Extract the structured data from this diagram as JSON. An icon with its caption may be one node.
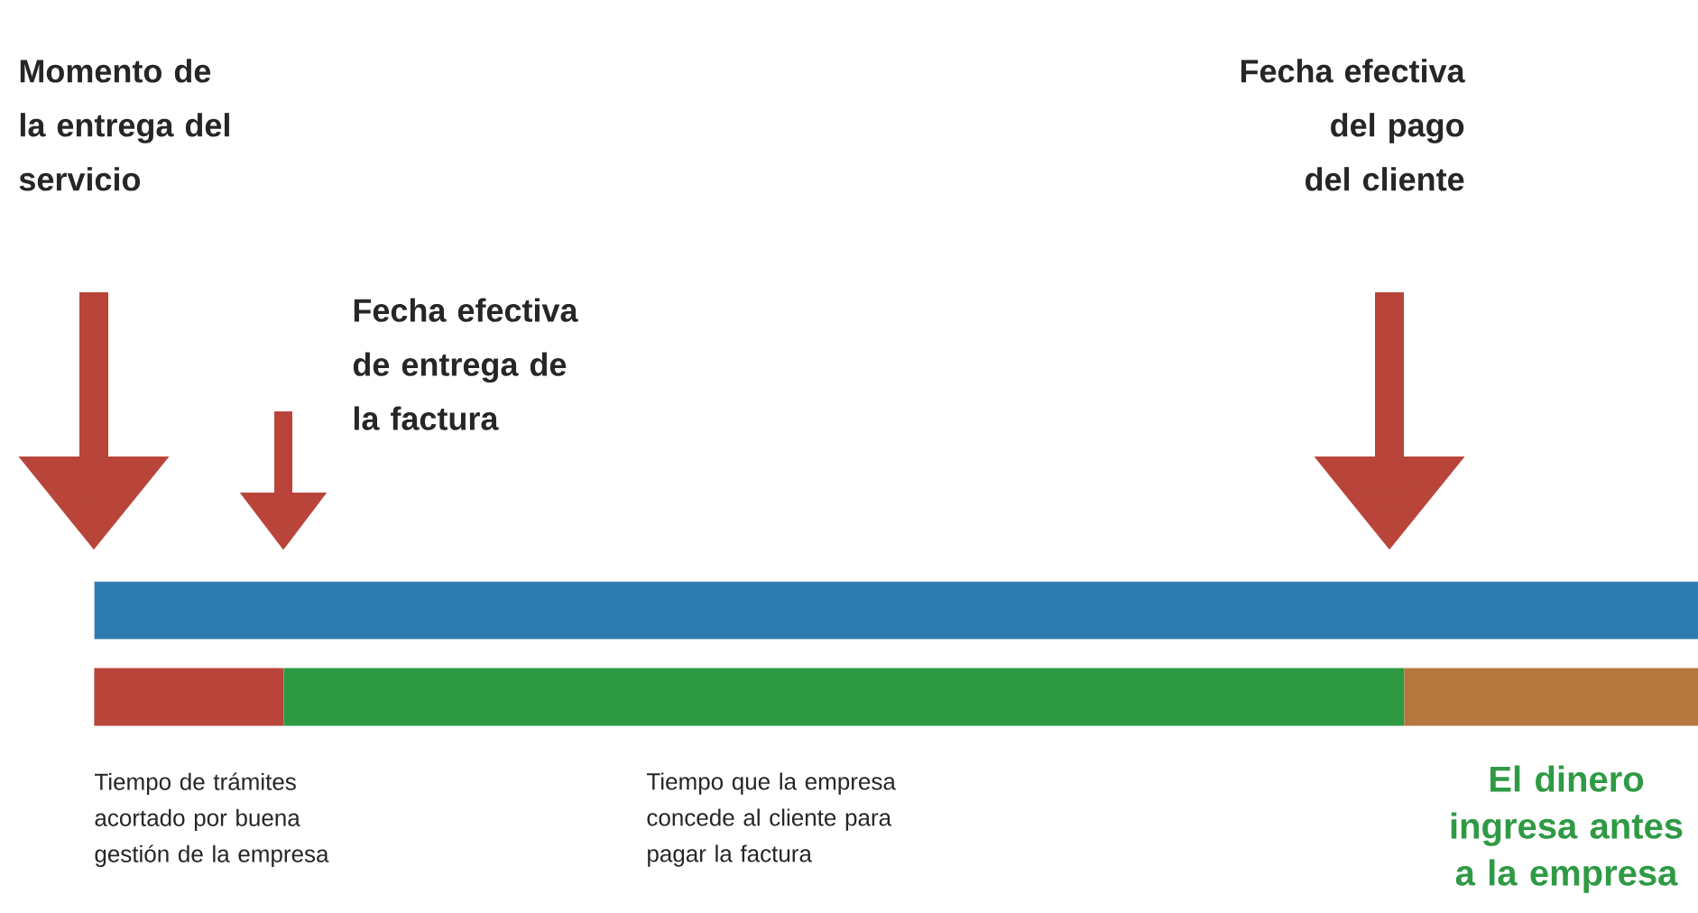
{
  "diagram": {
    "nodes": [
      {
        "text": [
          "Momento de la entrega del servicio"
        ]
      },
      {
        "text": [
          "Fecha efectiva de entrega de la factura"
        ]
      },
      {
        "text": [
          "Fecha efectiva del pago del cliente"
        ]
      },
      {
        "text": [],
        "shape": "bar"
      },
      {
        "text": [],
        "shape": "bar",
        "beside": [
          "Tiempo de trámites acortado por buena gestión de la empresa"
        ]
      },
      {
        "text": [],
        "shape": "bar",
        "beside": [
          "Tiempo que la empresa concede al cliente para pagar la factura"
        ]
      },
      {
        "text": [],
        "shape": "bar",
        "beside": [
          "El dinero ingresa antes a la empresa"
        ]
      }
    ],
    "edges": [
      {
        "from": 0,
        "to": 3,
        "arrow": "to"
      },
      {
        "from": 1,
        "to": 3,
        "arrow": "to"
      },
      {
        "from": 2,
        "to": 3,
        "arrow": "to"
      }
    ]
  }
}
